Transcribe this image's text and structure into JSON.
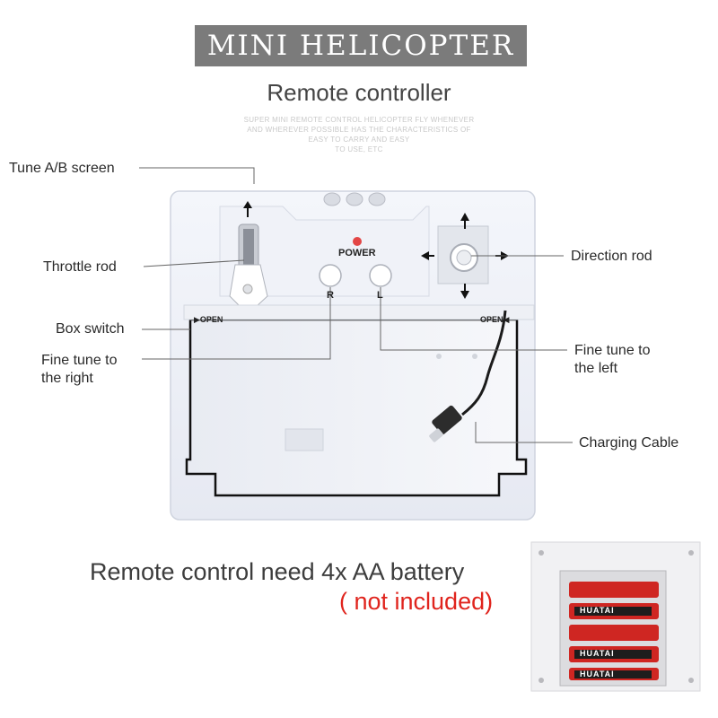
{
  "header": {
    "banner": "MINI HELICOPTER",
    "subtitle": "Remote controller",
    "fine_print": [
      "SUPER MINI REMOTE CONTROL HELICOPTER FLY WHENEVER",
      "AND WHEREVER POSSIBLE HAS THE CHARACTERISTICS OF",
      "EASY TO CARRY AND EASY",
      "TO USE, ETC"
    ]
  },
  "controller": {
    "power_label": "POWER",
    "left_button": "R",
    "right_button": "L",
    "open_left": "OPEN",
    "open_right": "OPEN"
  },
  "callouts": {
    "tune_ab": "Tune A/B screen",
    "throttle": "Throttle rod",
    "box_switch": "Box switch",
    "fine_right_1": "Fine tune to",
    "fine_right_2": "the right",
    "direction": "Direction rod",
    "fine_left_1": "Fine tune to",
    "fine_left_2": "the left",
    "charging": "Charging Cable"
  },
  "battery": {
    "line": "Remote control need 4x AA battery",
    "note": "( not included)",
    "brand": "HUATAI"
  }
}
